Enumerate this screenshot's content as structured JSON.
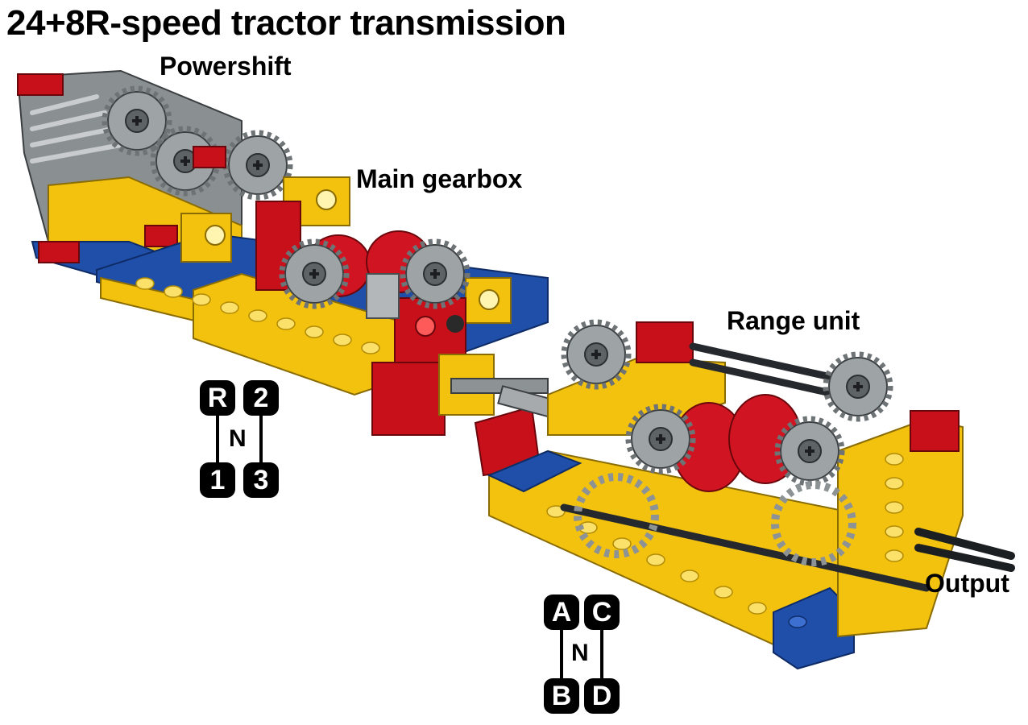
{
  "title": "24+8R-speed tractor transmission",
  "labels": {
    "powershift": "Powershift",
    "main_gearbox": "Main gearbox",
    "range_unit": "Range unit",
    "output": "Output"
  },
  "main_shift_pattern": {
    "top_left": "R",
    "top_right": "2",
    "neutral": "N",
    "bottom_left": "1",
    "bottom_right": "3"
  },
  "range_shift_pattern": {
    "top_left": "A",
    "top_right": "C",
    "neutral": "N",
    "bottom_left": "B",
    "bottom_right": "D"
  },
  "colors": {
    "yellow": "#f2c20f",
    "red": "#c8101a",
    "blue": "#1f4fa8",
    "dark_gray": "#5a5f62",
    "light_gray": "#a6aaac",
    "black": "#16181a"
  }
}
